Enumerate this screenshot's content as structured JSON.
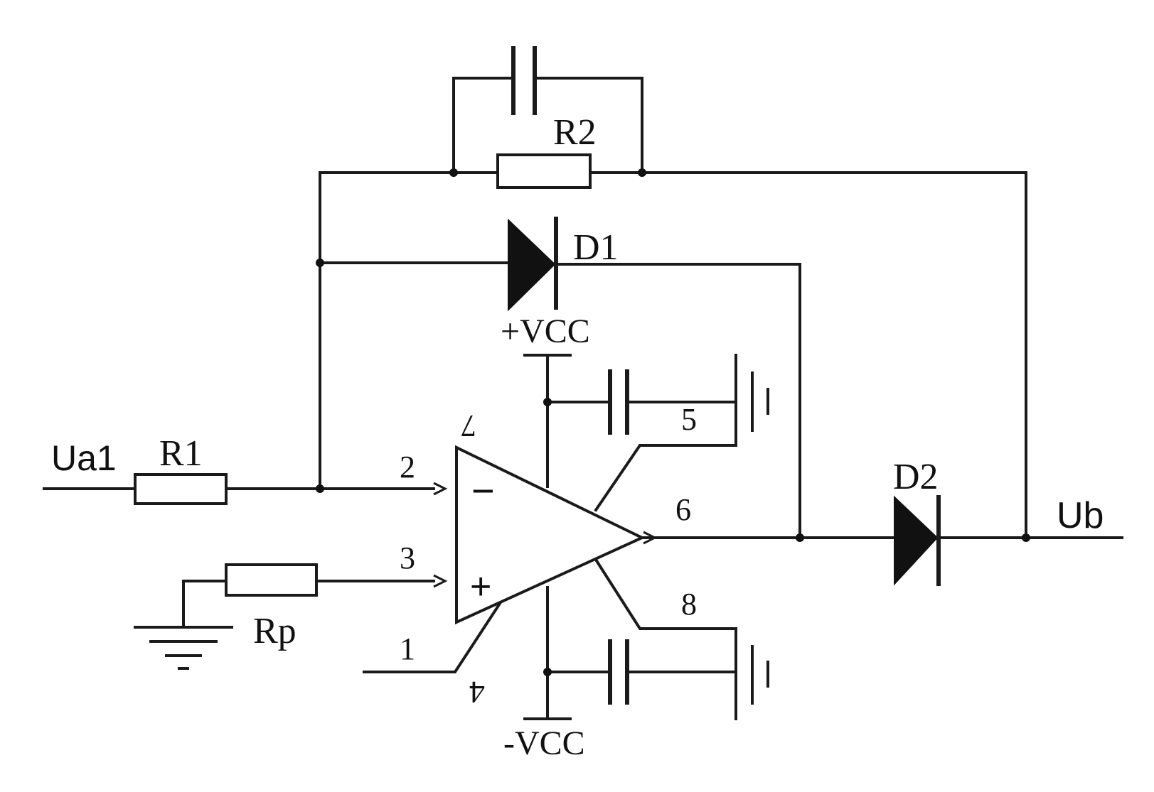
{
  "labels": {
    "input": "Ua1",
    "output": "Ub",
    "r1": "R1",
    "r2": "R2",
    "rp": "Rp",
    "d1": "D1",
    "d2": "D2",
    "vcc_pos": "+VCC",
    "vcc_neg": "-VCC",
    "minus_sign": "−",
    "plus_sign": "+"
  },
  "pins": {
    "p1": "1",
    "p2": "2",
    "p3": "3",
    "p4": "4",
    "p5": "5",
    "p6": "6",
    "p7": "7",
    "p8": "8"
  }
}
